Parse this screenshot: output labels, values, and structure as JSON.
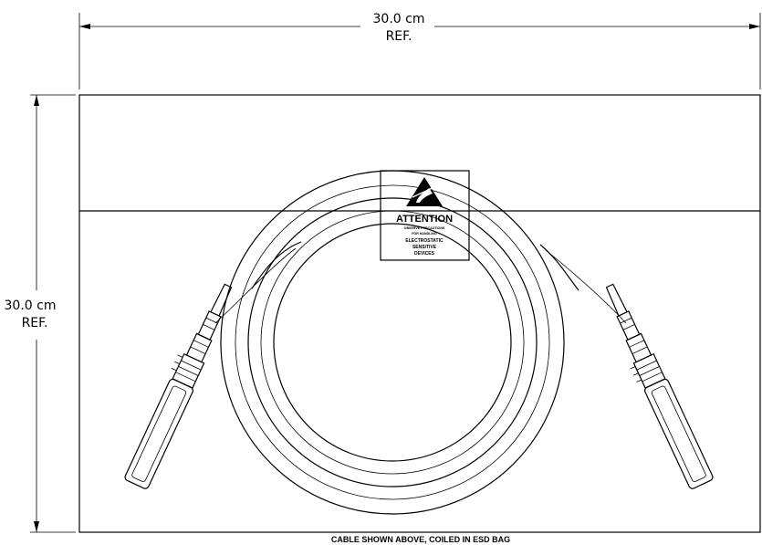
{
  "dimensions": {
    "top_value": "30.0 cm",
    "top_ref": "REF.",
    "left_value": "30.0 cm",
    "left_ref": "REF."
  },
  "label": {
    "title": "ATTENTION",
    "lines": [
      "OBSERVE PRECAUTIONS",
      "FOR HANDLING",
      "ELECTROSTATIC",
      "SENSITIVE",
      "DEVICES"
    ],
    "icon": "esd-warning-icon"
  },
  "caption": "CABLE SHOWN ABOVE, COILED IN ESD BAG"
}
